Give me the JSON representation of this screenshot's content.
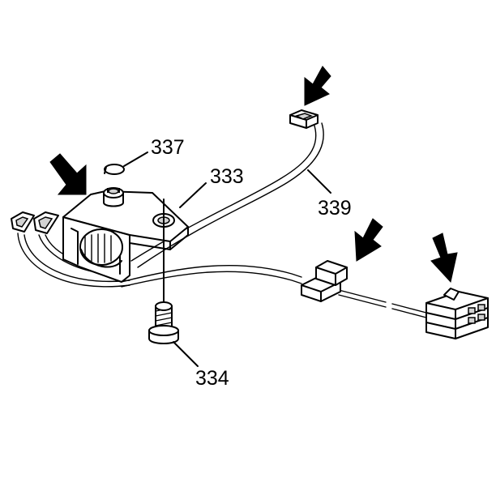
{
  "callouts": {
    "c337": "337",
    "c333": "333",
    "c339": "339",
    "c334": "334"
  }
}
